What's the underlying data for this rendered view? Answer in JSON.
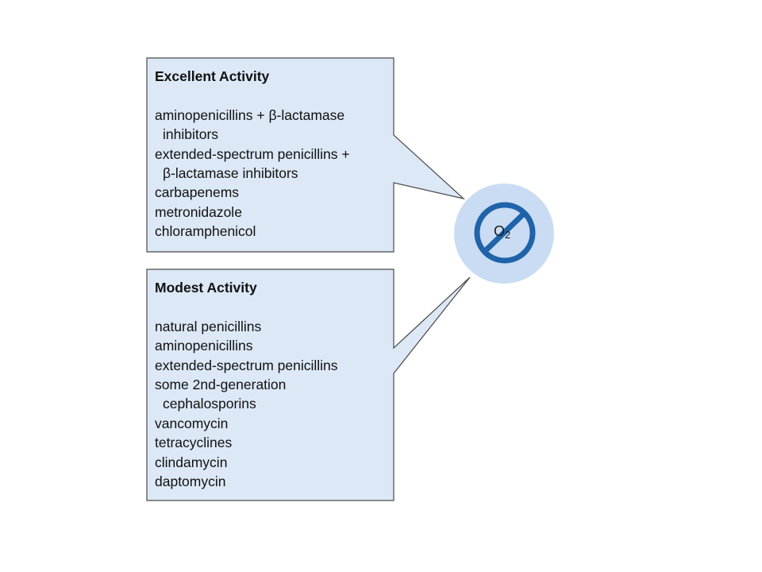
{
  "colors": {
    "box_fill": "#dce8f6",
    "box_border": "#4a4a4a",
    "circle_fill": "#c9dcf3",
    "icon_blue": "#1f63a8",
    "text": "#111111"
  },
  "excellent": {
    "title": "Excellent Activity",
    "items": [
      "aminopenicillins + β-lactamase",
      "inhibitors",
      "extended-spectrum penicillins +",
      "β-lactamase inhibitors",
      "carbapenems",
      "metronidazole",
      "chloramphenicol"
    ]
  },
  "modest": {
    "title": "Modest Activity",
    "items": [
      "natural penicillins",
      "aminopenicillins",
      "extended-spectrum penicillins",
      "some 2nd-generation",
      "cephalosporins",
      "vancomycin",
      "tetracyclines",
      "clindamycin",
      "daptomycin"
    ]
  },
  "badge": {
    "symbol": "O",
    "subscript": "2",
    "icon": "no-oxygen-icon"
  }
}
